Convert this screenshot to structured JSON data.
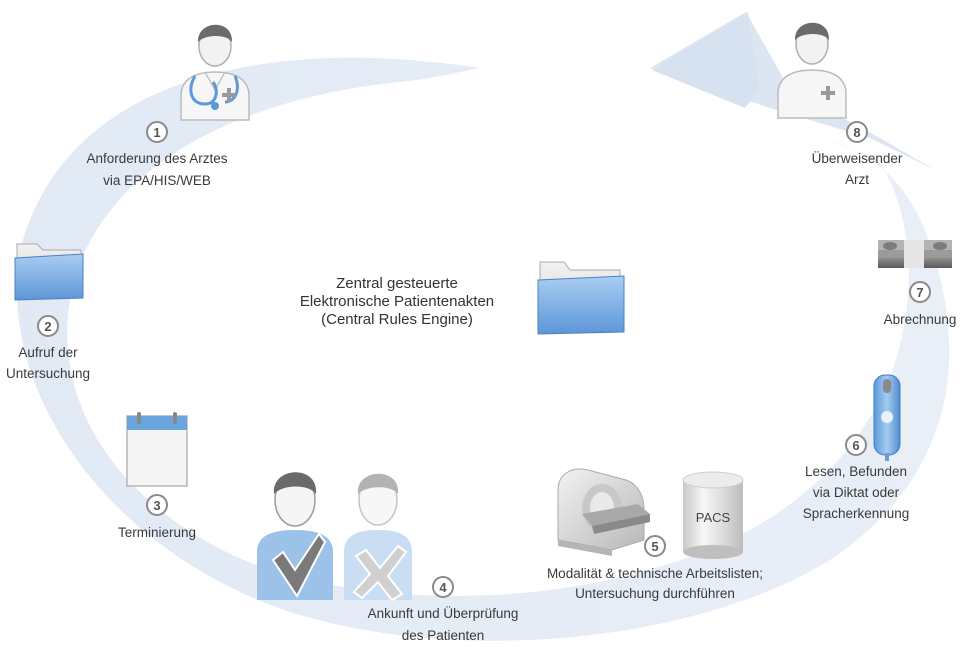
{
  "center": {
    "line1": "Zentral gesteuerte",
    "line2": "Elektronische Patientenakten",
    "line3": "(Central Rules Engine)"
  },
  "pacs_label": "PACS",
  "steps": [
    {
      "number": "1",
      "lines": [
        "Anforderung des Arztes",
        "via EPA/HIS/WEB"
      ]
    },
    {
      "number": "2",
      "lines": [
        "Aufruf der",
        "Untersuchung"
      ]
    },
    {
      "number": "3",
      "lines": [
        "Terminierung"
      ]
    },
    {
      "number": "4",
      "lines": [
        "Ankunft und Überprüfung",
        "des Patienten"
      ]
    },
    {
      "number": "5",
      "lines": [
        "Modalität & technische Arbeitslisten;",
        "Untersuchung durchführen"
      ]
    },
    {
      "number": "6",
      "lines": [
        "Lesen, Befunden",
        "via Diktat oder",
        "Spracherkennung"
      ]
    },
    {
      "number": "7",
      "lines": [
        "Abrechnung"
      ]
    },
    {
      "number": "8",
      "lines": [
        "Überweisender",
        "Arzt"
      ]
    }
  ],
  "icons": {
    "doctor_stethoscope": "doctor-with-stethoscope",
    "doctor": "referring-doctor",
    "folder": "folder",
    "calendar": "calendar",
    "patient_check": "patient-verified-checkmark",
    "patient_cross": "patient-rejected-cross",
    "scanner": "ct-scanner",
    "database": "pacs-database",
    "money": "money-stack",
    "dictaphone": "dictation-device"
  },
  "colors": {
    "ring": "#dce6f3",
    "folder": "#7fb1e6",
    "badge_border": "#8a8a8a",
    "person_dark": "#666666",
    "person_light": "#b3b3b3",
    "shirt_blue": "#9cc2ea"
  }
}
